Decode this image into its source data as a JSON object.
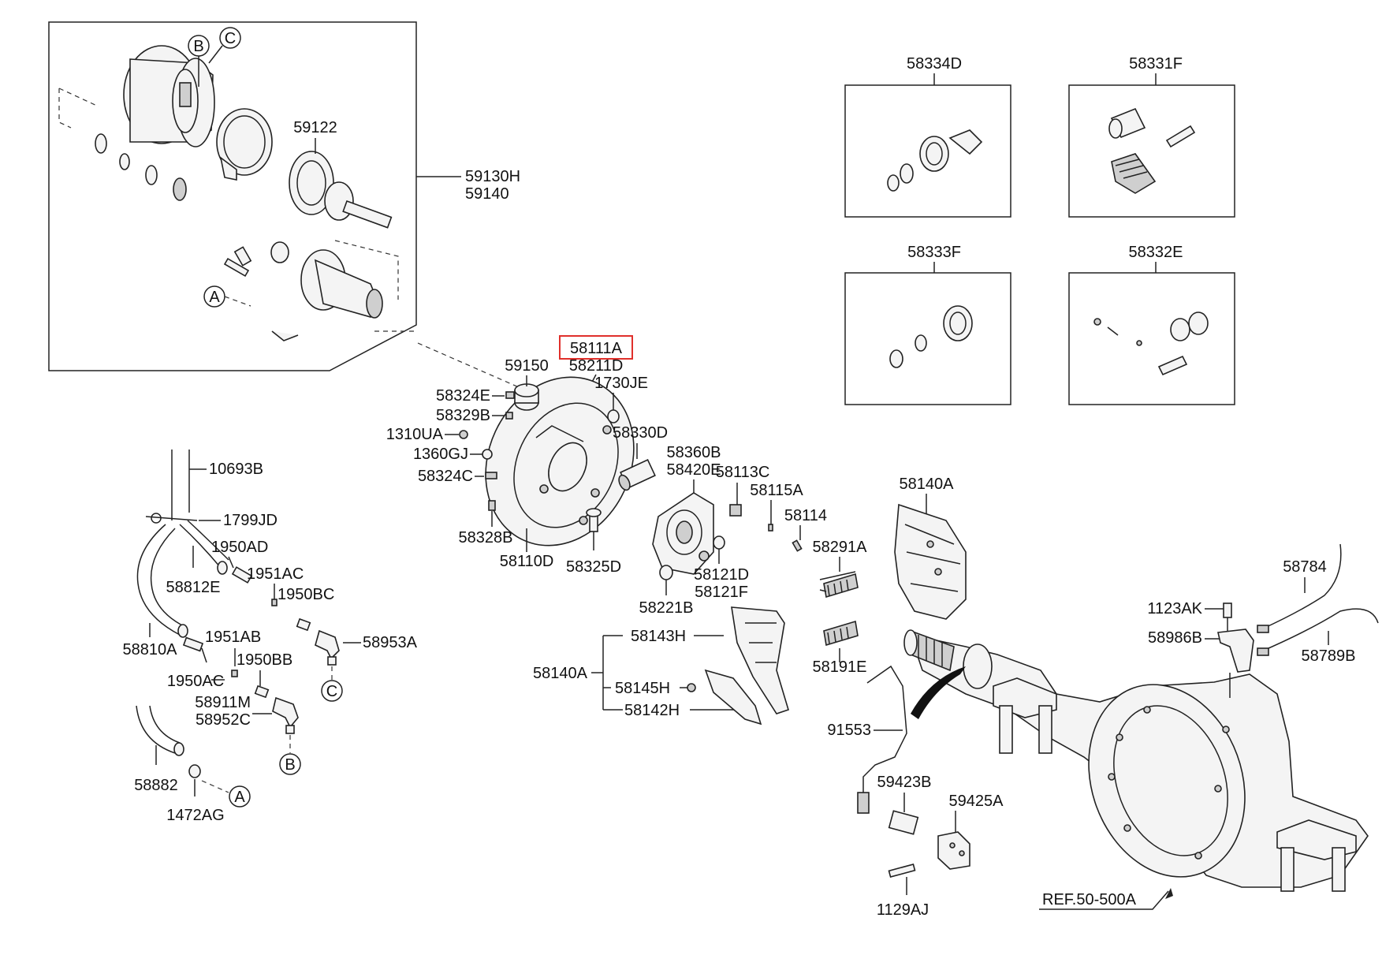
{
  "labels": {
    "p59130H": "59130H",
    "p59140": "59140",
    "p59122": "59122",
    "p58111A": "58111A",
    "p58211D": "58211D",
    "p59150": "59150",
    "p58324E": "58324E",
    "p58329B": "58329B",
    "p1310UA": "1310UA",
    "p1360GJ": "1360GJ",
    "p58324C": "58324C",
    "p58328B": "58328B",
    "p58110D": "58110D",
    "p58325D": "58325D",
    "p1730JE": "1730JE",
    "p58330D": "58330D",
    "p58360B": "58360B",
    "p58420E": "58420E",
    "p58113C": "58113C",
    "p58115A": "58115A",
    "p58114": "58114",
    "p58121D": "58121D",
    "p58121F": "58121F",
    "p58221B": "58221B",
    "p58140A_left": "58140A",
    "p58143H": "58143H",
    "p58145H": "58145H",
    "p58142H": "58142H",
    "p58140A_right": "58140A",
    "p58291A": "58291A",
    "p58191E": "58191E",
    "p91553": "91553",
    "p59423B": "59423B",
    "p59425A": "59425A",
    "p1129AJ": "1129AJ",
    "pREF": "REF.50-500A",
    "p58784": "58784",
    "p1123AK": "1123AK",
    "p58986B": "58986B",
    "p58789B": "58789B",
    "p58334D": "58334D",
    "p58331F": "58331F",
    "p58333F": "58333F",
    "p58332E": "58332E",
    "p10693B": "10693B",
    "p1799JD": "1799JD",
    "p1950AD": "1950AD",
    "p58812E": "58812E",
    "p1951AC": "1951AC",
    "p1950BC": "1950BC",
    "p58953A": "58953A",
    "p58810A": "58810A",
    "p1951AB": "1951AB",
    "p1950AC": "1950AC",
    "p1950BB": "1950BB",
    "p58911M": "58911M",
    "p58952C": "58952C",
    "p58882": "58882",
    "p1472AG": "1472AG"
  },
  "callouts": {
    "a_top": "A",
    "b_top": "B",
    "c_top": "C",
    "c_mid": "C",
    "b_mid": "B",
    "a_bottom": "A"
  }
}
